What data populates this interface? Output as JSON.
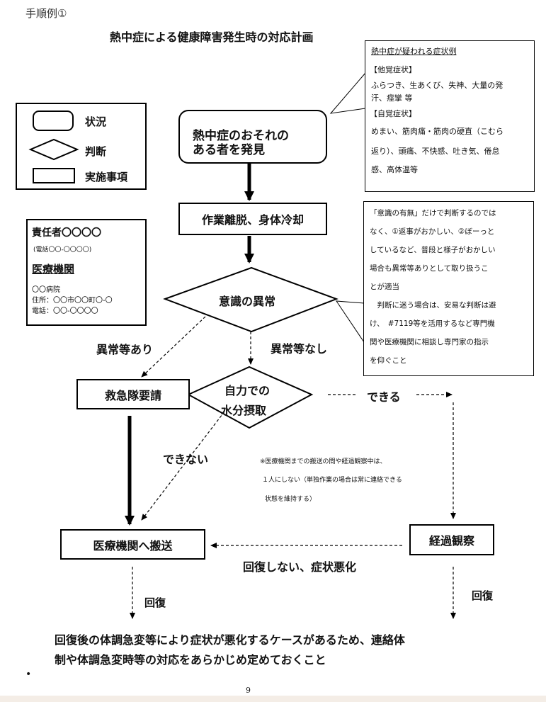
{
  "header": {
    "label": "手順例①",
    "title": "熱中症による健康障害発生時の対応計画"
  },
  "legend": {
    "situation": "状況",
    "judgment": "判断",
    "action": "実施事項"
  },
  "contact": {
    "manager": "責任者〇〇〇〇",
    "phone": "(電話〇〇-〇〇〇〇)",
    "medical_heading": "医療機関",
    "hospital": "〇〇病院",
    "address": "住所：〇〇市〇〇町〇-〇",
    "tel": "電話：〇〇-〇〇〇〇"
  },
  "symptoms": {
    "title": "熱中症が疑われる症状例",
    "other_heading": "【他覚症状】",
    "other_text_1": "ふらつき、生あくび、失神、大量の発",
    "other_text_2": "汗、痙攣 等",
    "self_heading": "【自覚症状】",
    "self_text_1": "めまい、筋肉痛・筋肉の硬直（こむら",
    "self_text_2": "返り）、頭痛、不快感、吐き気、倦怠",
    "self_text_3": "感、高体温等"
  },
  "note": {
    "line1": "「意識の有無」だけで判断するのでは",
    "line2": "なく、①返事がおかしい、②ぼーっと",
    "line3": "しているなど、普段と様子がおかしい",
    "line4": "場合も異常等ありとして取り扱うこ",
    "line5": "とが適当",
    "line6": "　判断に迷う場合は、安易な判断は避",
    "line7": "け、　#7119等を活用するなど専門機",
    "line8": "関や医療機関に相談し専門家の指示",
    "line9": "を仰ぐこと"
  },
  "flow": {
    "discover_1": "熱中症のおそれの",
    "discover_2": "ある者を発見",
    "cooling": "作業離脱、身体冷却",
    "consciousness": "意識の異常",
    "abnormal": "異常等あり",
    "normal": "異常等なし",
    "ambulance": "救急隊要請",
    "water_1": "自力での",
    "water_2": "水分摂取",
    "can": "できる",
    "cannot": "できない",
    "transport": "医療機関へ搬送",
    "observe": "経過観察",
    "not_recover": "回復しない、症状悪化",
    "recover_left": "回復",
    "recover_right": "回復",
    "caution_1": "※医療機関までの搬送の間や経過観察中は、",
    "caution_2": "１人にしない（単独作業の場合は常に連絡できる",
    "caution_3": "状態を維持する）"
  },
  "conclusion": {
    "line1": "回復後の体調急変等により症状が悪化するケースがあるため、連絡体",
    "line2": "制や体調急変時等の対応をあらかじめ定めておくこと"
  },
  "footer": {
    "bullet": "•",
    "page_number": "9"
  }
}
